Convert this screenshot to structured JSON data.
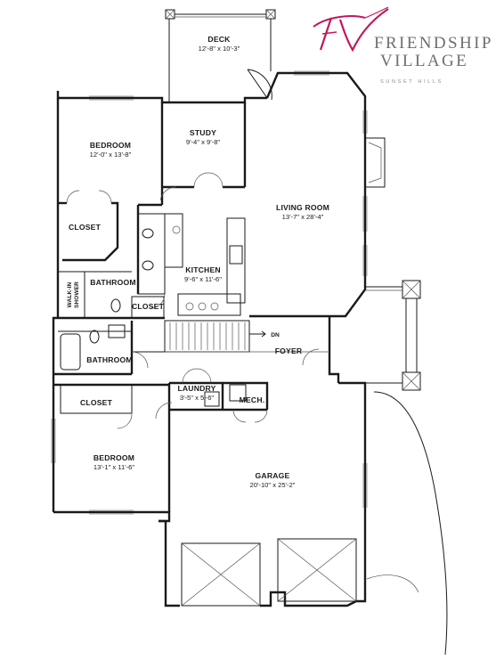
{
  "brand": {
    "monogram": "FV",
    "line1": "FRIENDSHIP",
    "line2": "VILLAGE",
    "location": "SUNSET HILLS",
    "accent_color": "#c2185b",
    "text_color": "#6f6f6f"
  },
  "rooms": {
    "deck": {
      "name": "DECK",
      "dims": "12'-8\" x 10'-3\""
    },
    "study": {
      "name": "STUDY",
      "dims": "9'-4\" x 9'-8\""
    },
    "bedroom1": {
      "name": "BEDROOM",
      "dims": "12'-0\" x 13'-8\""
    },
    "living": {
      "name": "LIVING ROOM",
      "dims": "13'-7\" x 28'-4\""
    },
    "closet1": {
      "name": "CLOSET"
    },
    "kitchen": {
      "name": "KITCHEN",
      "dims": "9'-6\" x 11'-6\""
    },
    "bathroom1": {
      "name": "BATHROOM"
    },
    "walkin_shower": {
      "line1": "WALK-IN",
      "line2": "SHOWER"
    },
    "closet2": {
      "name": "CLOSET"
    },
    "dn": {
      "name": "DN"
    },
    "foyer": {
      "name": "FOYER"
    },
    "bathroom2": {
      "name": "BATHROOM"
    },
    "laundry": {
      "name": "LAUNDRY",
      "dims": "3'-5\" x 5'-6\""
    },
    "mech": {
      "name": "MECH."
    },
    "closet3": {
      "name": "CLOSET"
    },
    "bedroom2": {
      "name": "BEDROOM",
      "dims": "13'-1\" x 11'-6\""
    },
    "garage": {
      "name": "GARAGE",
      "dims": "20'-10\" x 25'-2\""
    }
  },
  "colors": {
    "wall": "#1a1a1a",
    "accent": "#c2185b"
  }
}
